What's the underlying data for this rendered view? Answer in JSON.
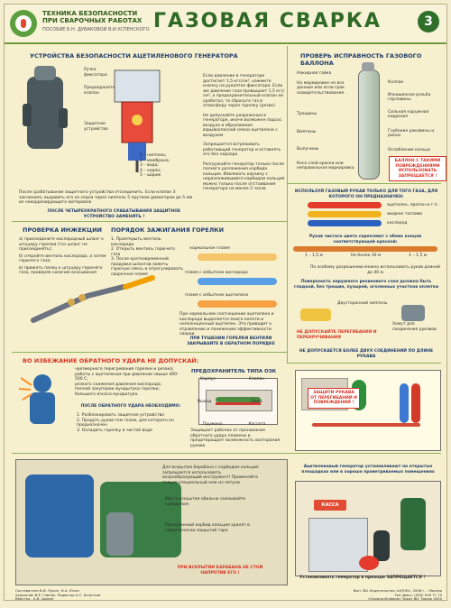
{
  "header": {
    "org_line1": "ТЕХНИКА БЕЗОПАСНОСТИ",
    "org_line2": "ПРИ СВАРОЧНЫХ РАБОТАХ",
    "org_sub": "ПОСОБИЕ Б.Н. ДУВАКОВОЙ В.И.УСПЕНСКОГО",
    "title": "ГАЗОВАЯ СВАРКА",
    "page_number": "3"
  },
  "top_left": {
    "title": "УСТРОЙСТВА БЕЗОПАСНОСТИ АЦЕТИЛЕНОВОГО ГЕНЕРАТОРА",
    "labels": [
      "Ручка",
      "фиксатора",
      "Предохранительный",
      "клапан",
      "Защитное",
      "устройство"
    ],
    "legend": [
      "1 – ниппель;",
      "2 – мембрана;",
      "3 – вода;",
      "4 – седло;",
      "5 – шарик"
    ],
    "note": "После срабатывания защитного устройства отсоединить. Если клапан 3 заклинило, выдавить его из седла через ниппель 5 прутком диаметром до 5 мм из некоррозирующего материала",
    "warning": "ПОСЛЕ ЧЕТЫРЕХКРАТНОГО СРАБАТЫВАНИЯ ЗАЩИТНОЕ УСТРОЙСТВО ЗАМЕНИТЬ !"
  },
  "generator_notes": [
    "Если давление в генераторе достигает 1,5 кгс/см², нажмите кнопку на рукоятке фиксатора. Если же давление газа превышает 1,5 кгс/см², а предохранительный клапан не сработал, то сбросьте газ в атмосферу через горелку (резак)",
    "Не допускайте разрежения в генераторе, иначе возможен подсос воздуха и образование взрывоопасной смеси ацетилена с воздухом",
    "Запрещается встряхивать работающий генератор и оставлять его без надзора",
    "Разгружайте генератор только после полного разложения карбида кальция. Извлекать корзину с неразложившимся карбидом кальция можно только после отстаивания генератора не менее 2 часов"
  ],
  "injection": {
    "title": "ПРОВЕРКА ИНЖЕКЦИИ",
    "steps": [
      "а) присоедините кислородный шланг к штуцеру горелки (газ шланг не присоединять);",
      "б) откройте вентиль кислорода, а затем горючего газа;",
      "в) прижать палец к штуцеру горючего газа, проверяя наличие всасывания"
    ]
  },
  "ignition": {
    "title": "ПОРЯДОК ЗАЖИГАНИЯ ГОРЕЛКИ",
    "steps": [
      "1. Приоткрыть вентиль кислорода",
      "2. Открыть вентиль горючего газа",
      "3. После кратковременной продувки шлангов зажечь горючую смесь и отрегулировать сварочное пламя"
    ],
    "flames": [
      "нормальное пламя",
      "пламя с избытком кислорода",
      "пламя с избытком ацетилена"
    ],
    "note": "При нормальном соотношении ацетилена и кислорода выделяется много копоти и неполноценный ацетилен. Это приводит к отравлению и понижению эффективности сварки",
    "extinguish": "ПРИ ТУШЕНИИ ГОРЕЛКИ ВЕНТИЛИ ЗАКРЫВАЙТЕ В ОБРАТНОМ ПОРЯДКЕ"
  },
  "top_right": {
    "title": "ПРОВЕРЬ ИСПРАВНОСТЬ ГАЗОВОГО БАЛЛОНА",
    "labels_left": [
      "Накидная гайка",
      "На маркировке не все данные или если срок освидетельствования",
      "Трещины",
      "Вмятины",
      "Выпучины",
      "Коса слой краски или неправильная маркировка"
    ],
    "labels_right": [
      "Колпак",
      "Изношенная резьба горловины",
      "Сильная наружная коррозия",
      "Глубокие раковины и риски",
      "Ослабление кольца"
    ],
    "forbidden": "БАЛЛОН С ТАКИМИ ПОВРЕЖДЕНИЯМИ ИСПОЛЬЗОВАТЬ ЗАПРЕЩАЕТСЯ !"
  },
  "hoses": {
    "title": "ИСПОЛЬЗУЙ ГАЗОВЫЙ РУКАВ ТОЛЬКО ДЛЯ ТОГО ГАЗА, ДЛЯ КОТОРОГО ОН ПРЕДНАЗНАЧЕН:",
    "types": [
      "ацетилен, пропан и т.п.",
      "жидкое топливо",
      "кислород"
    ],
    "section_title": "Рукав чистого цвета скрепляют с обеих концов соответствующей краской:",
    "marks": [
      "1 – 1,5 м",
      "Не более 30 м",
      "1 – 1,5 м"
    ],
    "note": "По особому разрешению можно использовать рукав длиной до 40 м",
    "surface": "Поверхность наружного резинового слоя должна быть гладкой, без трещин, пузырей, оголенных участков оплетки",
    "niple": "Двусторонний ниппель",
    "clamp": "Хомут для соединения рукавов",
    "no_twist": "НЕ ДОПУСКАЙТЕ ПЕРЕГИБАНИЯ И ПЕРЕКРУЧИВАНИЯ",
    "max_joints": "НЕ ДОПУСКАЕТСЯ БОЛЕЕ ДВУХ СОЕДИНЕНИЙ ПО ДЛИНЕ РУКАВА"
  },
  "backfire": {
    "title": "ВО ИЗБЕЖАНИЕ ОБРАТНОГО УДАРА НЕ ДОПУСКАЙ:",
    "items": [
      "чрезмерного перегревания горелки и резака;",
      "работы с ацетиленом при давлении свыше 400-500 С;",
      "резкого снижения давления кислорода;",
      "полной закупорки мундштука горелки;",
      "большого износа мундштука."
    ],
    "after_title": "ПОСЛЕ ОБРАТНОГО УДАРА НЕОБХОДИМО:",
    "after": [
      "1. Разблокировать защитное устройство",
      "2. Продуть рукав тем газом, для которого он предназначен",
      "3. Охладить горелку в чистой воде"
    ],
    "valve_title": "ПРЕДОХРАНИТЕЛЬ ТИПА ОЗК",
    "valve_labels": [
      "Корпус",
      "Клапан",
      "Выход",
      "Вход",
      "Пружина",
      "Кассета"
    ],
    "valve_note": "Защищает рабочих от проникания обратного удара пламени и предотвращает возможность возгорания рукава"
  },
  "hose_poster": {
    "text": "ЗАЩИТИ РУКАВА ОТ ПЕРЕГИБАНИЙ И ПОВРЕЖДЕНИЙ !"
  },
  "bottom_left": {
    "text1": "Для вскрытия барабана с карбидом кальция запрещается использовать искрообразующий инструмент! Применяйте только специальный нож из латуни",
    "text2": "Место вскрытия обильно смазывайте солидолом",
    "text3": "Рассыпанный карбид кальция хранят в герметически закрытой таре",
    "warning": "ПРИ ВСКРЫТИИ БАРАБАНА НЕ СТОЙ НАПРОТИВ ЕГО !"
  },
  "bottom_right": {
    "title": "Ацетиленовый генератор устанавливают на открытых площадках или в хорошо проветриваемых помещениях",
    "sign": "КАССА",
    "warning": "Устанавливать генератор в проходе ЗАПРЕЩАЕТСЯ !"
  },
  "credits": {
    "left": "Составители В.И. Лукин, И.А. Юсин\nХудожник В.Е. Гаенко. Редактор А.С. Кочетков\nВерстка - А.В. Цыпин",
    "right": "Вып. №1 Издательство «ЦОНИ», 2006 г. - Москва\nТел./факс: (095) 916 71 70\n«Охрана-Информ» Заказ №1 Тираж 4000"
  }
}
